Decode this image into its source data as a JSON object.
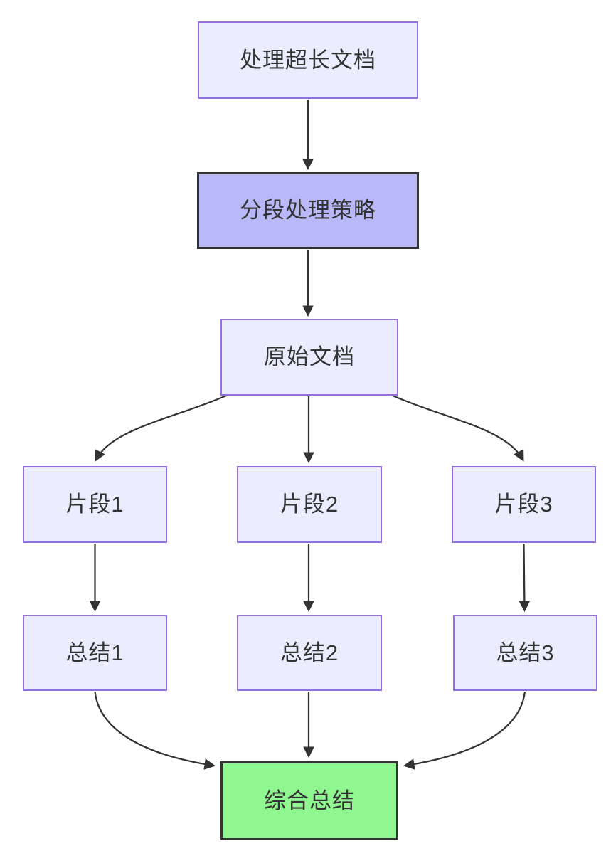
{
  "diagram": {
    "type": "flowchart",
    "direction": "top-down",
    "nodes": [
      {
        "id": "A",
        "label": "处理超长文档",
        "style": "lavender"
      },
      {
        "id": "B",
        "label": "分段处理策略",
        "style": "highlight"
      },
      {
        "id": "C",
        "label": "原始文档",
        "style": "lavender"
      },
      {
        "id": "D",
        "label": "片段1",
        "style": "lavender"
      },
      {
        "id": "E",
        "label": "片段2",
        "style": "lavender"
      },
      {
        "id": "F",
        "label": "片段3",
        "style": "lavender"
      },
      {
        "id": "G",
        "label": "总结1",
        "style": "lavender"
      },
      {
        "id": "H",
        "label": "总结2",
        "style": "lavender"
      },
      {
        "id": "I",
        "label": "总结3",
        "style": "lavender"
      },
      {
        "id": "J",
        "label": "综合总结",
        "style": "success"
      }
    ],
    "edges": [
      {
        "from": "处理超长文档",
        "to": "分段处理策略"
      },
      {
        "from": "分段处理策略",
        "to": "原始文档"
      },
      {
        "from": "原始文档",
        "to": "片段1"
      },
      {
        "from": "原始文档",
        "to": "片段2"
      },
      {
        "from": "原始文档",
        "to": "片段3"
      },
      {
        "from": "片段1",
        "to": "总结1"
      },
      {
        "from": "片段2",
        "to": "总结2"
      },
      {
        "from": "片段3",
        "to": "总结3"
      },
      {
        "from": "总结1",
        "to": "综合总结"
      },
      {
        "from": "总结2",
        "to": "综合总结"
      },
      {
        "from": "总结3",
        "to": "综合总结"
      }
    ],
    "colors": {
      "background": "#ffffff",
      "node_fill": "#ECECFF",
      "node_border": "#9370DB",
      "highlight_fill": "#b9b9f9",
      "highlight_border": "#333333",
      "success_fill": "#90f690",
      "success_border": "#333333",
      "edge": "#333333",
      "text": "#333333"
    }
  }
}
